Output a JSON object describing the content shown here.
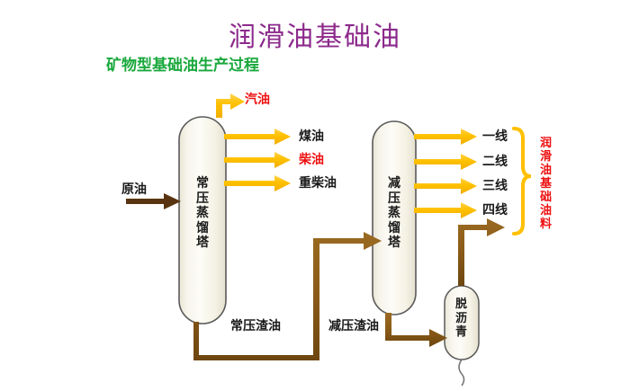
{
  "title": "润滑油基础油",
  "subtitle": "矿物型基础油生产过程",
  "colors": {
    "title": "#8c2a8c",
    "subtitle": "#19a83c",
    "vapor_arrow": "#ffc000",
    "liquid_arrow": "#8a5a18",
    "highlight_text": "#ee1111",
    "body_text": "#1a1a1a",
    "vessel_fill": "#f6f4e9",
    "vessel_stroke": "#5a5a5a",
    "background": "#ffffff"
  },
  "feed": {
    "label": "原油",
    "arrow_color": "#5a3410"
  },
  "units": [
    {
      "id": "atmospheric-tower",
      "label": "常压蒸馏塔",
      "type": "distillation-column"
    },
    {
      "id": "vacuum-tower",
      "label": "减压蒸馏塔",
      "type": "distillation-column"
    },
    {
      "id": "deasphalting-unit",
      "label": "脱沥青",
      "type": "vessel"
    }
  ],
  "atmospheric_products": [
    {
      "label": "汽油",
      "color": "#ee1111"
    },
    {
      "label": "煤油",
      "color": "#1a1a1a"
    },
    {
      "label": "柴油",
      "color": "#ee1111"
    },
    {
      "label": "重柴油",
      "color": "#1a1a1a"
    }
  ],
  "vacuum_products": [
    {
      "label": "一线"
    },
    {
      "label": "二线"
    },
    {
      "label": "三线"
    },
    {
      "label": "四线"
    }
  ],
  "residues": [
    {
      "label": "常压渣油"
    },
    {
      "label": "减压渣油"
    }
  ],
  "basestock_group": {
    "label": "润滑油基础油料",
    "color": "#ee1111",
    "brace_color": "#ffc000"
  },
  "chart_data": {
    "type": "diagram",
    "title": "润滑油基础油 — 矿物型基础油生产过程",
    "nodes": [
      {
        "id": "feed",
        "label": "原油",
        "kind": "stream-in"
      },
      {
        "id": "atm",
        "label": "常压蒸馏塔",
        "kind": "column"
      },
      {
        "id": "vac",
        "label": "减压蒸馏塔",
        "kind": "column"
      },
      {
        "id": "dea",
        "label": "脱沥青",
        "kind": "vessel"
      }
    ],
    "edges": [
      {
        "from": "feed",
        "to": "atm",
        "label": "原油",
        "style": "liquid"
      },
      {
        "from": "atm",
        "to": "out",
        "label": "汽油",
        "style": "vapor"
      },
      {
        "from": "atm",
        "to": "out",
        "label": "煤油",
        "style": "vapor"
      },
      {
        "from": "atm",
        "to": "out",
        "label": "柴油",
        "style": "vapor"
      },
      {
        "from": "atm",
        "to": "out",
        "label": "重柴油",
        "style": "vapor"
      },
      {
        "from": "atm",
        "to": "vac",
        "label": "常压渣油",
        "style": "liquid"
      },
      {
        "from": "vac",
        "to": "out",
        "label": "一线",
        "style": "vapor"
      },
      {
        "from": "vac",
        "to": "out",
        "label": "二线",
        "style": "vapor"
      },
      {
        "from": "vac",
        "to": "out",
        "label": "三线",
        "style": "vapor"
      },
      {
        "from": "vac",
        "to": "out",
        "label": "四线",
        "style": "vapor"
      },
      {
        "from": "vac",
        "to": "dea",
        "label": "减压渣油",
        "style": "liquid"
      },
      {
        "from": "dea",
        "to": "basestock",
        "label": "",
        "style": "liquid"
      }
    ],
    "groups": [
      {
        "label": "润滑油基础油料",
        "members": [
          "一线",
          "二线",
          "三线",
          "四线"
        ]
      }
    ]
  }
}
